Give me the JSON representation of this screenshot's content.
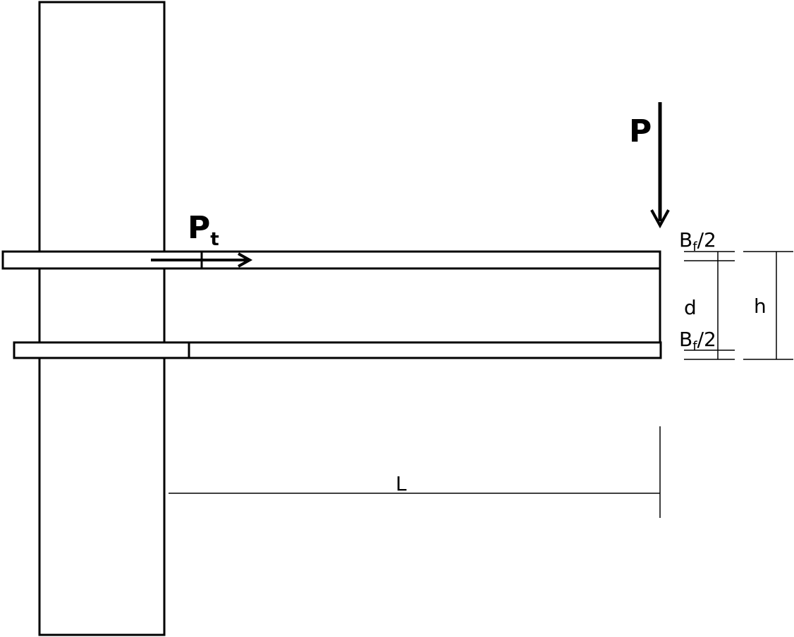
{
  "labels": {
    "load": "P",
    "tension_force_main": "P",
    "tension_force_sub": "t",
    "flange_half_top_main": "B",
    "flange_half_top_sub": "f",
    "flange_half_top_rest": "/2",
    "depth": "d",
    "height": "h",
    "flange_half_bottom_main": "B",
    "flange_half_bottom_sub": "f",
    "flange_half_bottom_rest": "/2",
    "length": "L"
  }
}
